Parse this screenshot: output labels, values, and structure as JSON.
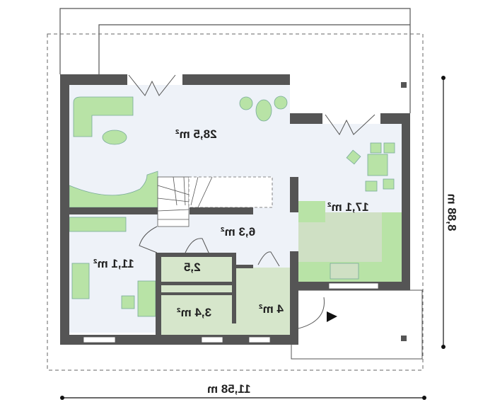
{
  "rooms": {
    "living": "28,5 m²",
    "kitchen_dining": "17,1 m²",
    "hall": "6,3 m²",
    "bedroom": "11,1 m²",
    "bathroom": "2,5",
    "utility": "3,4 m²",
    "vestibule": "4 m²"
  },
  "dimensions": {
    "width": "11,58 m",
    "depth": "8,88 m"
  },
  "colors": {
    "wall": "#555555",
    "floor": "#eef2f8",
    "furniture": "#b8e3a6",
    "wet_room": "#d6e6cb"
  }
}
